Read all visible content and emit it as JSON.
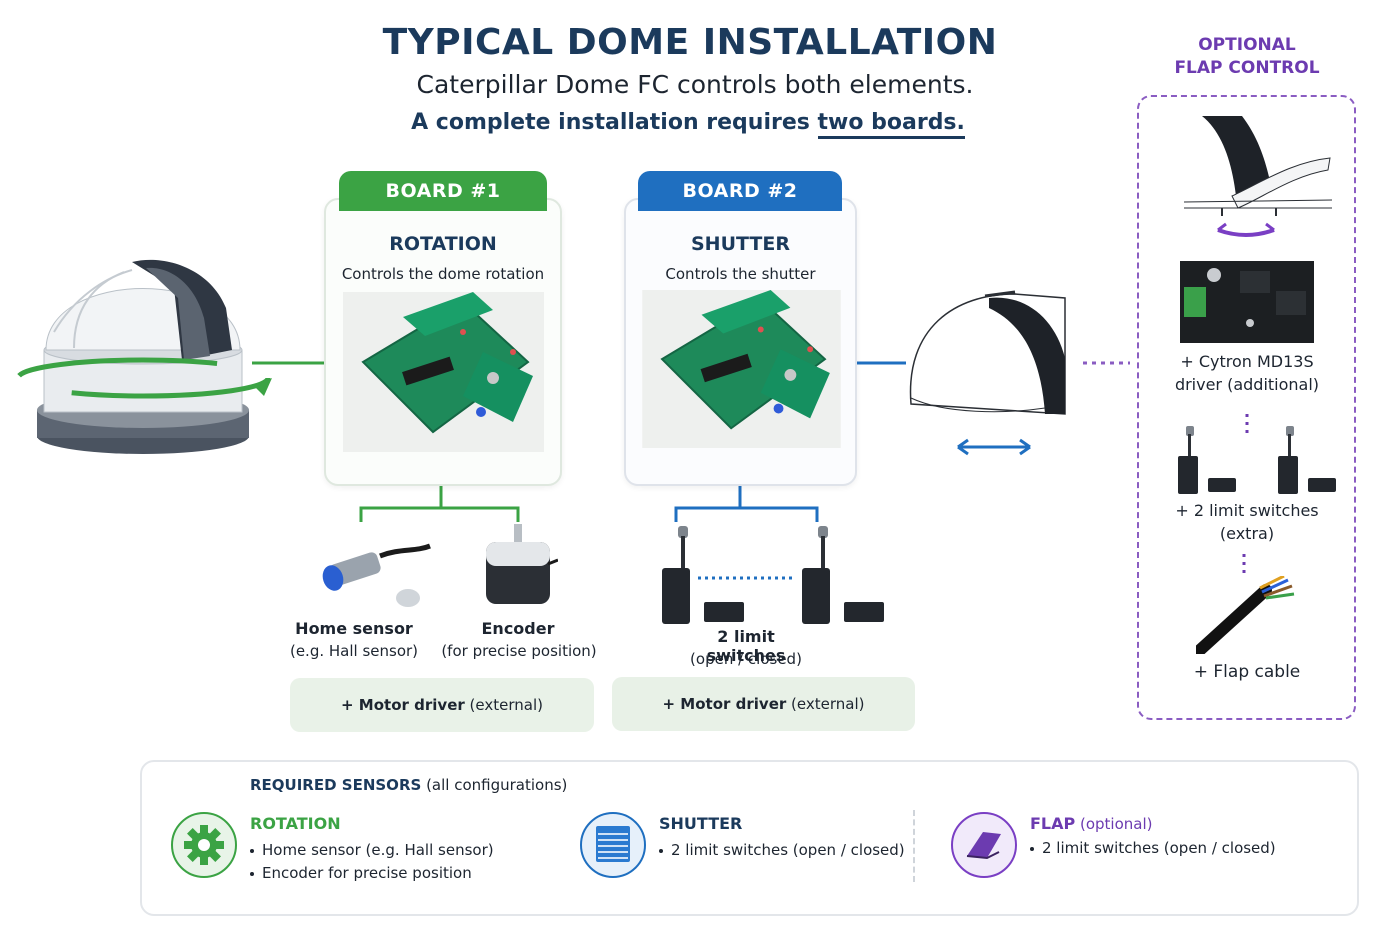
{
  "header": {
    "title": "TYPICAL DOME INSTALLATION",
    "subtitle": "Caterpillar Dome FC controls both elements.",
    "subtitle2_a": "A complete installation requires ",
    "subtitle2_b": "two boards."
  },
  "board1": {
    "tab": "BOARD #1",
    "title": "ROTATION",
    "desc": "Controls the dome rotation",
    "sensor1_name": "Home sensor",
    "sensor1_note": "(e.g. Hall sensor)",
    "sensor2_name": "Encoder",
    "sensor2_note": "(for precise position)",
    "motor_bold": "+ Motor driver",
    "motor_note": " (external)",
    "color": "#3ba344"
  },
  "board2": {
    "tab": "BOARD #2",
    "title": "SHUTTER",
    "desc": "Controls the shutter",
    "switch_name": "2 limit switches",
    "switch_note": "(open / closed)",
    "motor_bold": "+ Motor driver",
    "motor_note": " (external)",
    "color": "#1f6fc0"
  },
  "optional": {
    "title_line1": "OPTIONAL",
    "title_line2": "FLAP CONTROL",
    "driver_line1": "+ Cytron MD13S",
    "driver_line2": "driver (additional)",
    "switch_line1": "+ 2 limit switches",
    "switch_line2": "(extra)",
    "cable": "+ Flap cable",
    "color": "#6c3bb0"
  },
  "sensors": {
    "heading_bold": "REQUIRED SENSORS",
    "heading_note": " (all configurations)",
    "rotation_title": "ROTATION",
    "rotation_items": [
      "Home sensor (e.g. Hall sensor)",
      "Encoder for precise position"
    ],
    "shutter_title": "SHUTTER",
    "shutter_items": [
      "2 limit switches (open / closed)"
    ],
    "flap_title": "FLAP",
    "flap_note": " (optional)",
    "flap_items": [
      "2 limit switches (open / closed)"
    ],
    "icons": [
      "gear-icon",
      "shutter-icon",
      "flap-icon"
    ]
  }
}
